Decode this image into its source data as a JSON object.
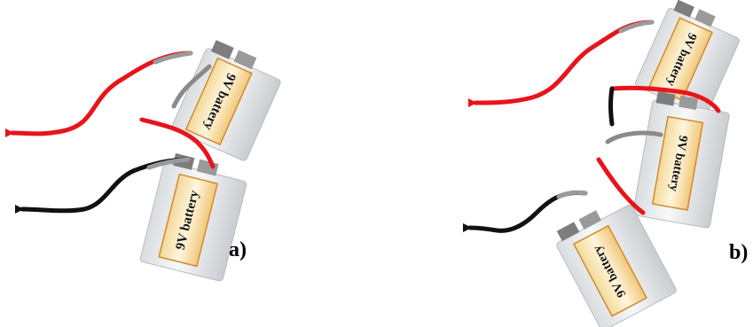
{
  "battery_label": "9V battery",
  "panels": {
    "a": "a)",
    "b": "b)"
  },
  "colors": {
    "positive_wire": "#e8141b",
    "negative_wire": "#111111",
    "battery_body": "#f1f1f1",
    "label_panel": "#f5ecd2",
    "label_border": "#d48a2a",
    "terminal": "#8a8a8a"
  },
  "icons": [
    "arrow-left-icon"
  ]
}
